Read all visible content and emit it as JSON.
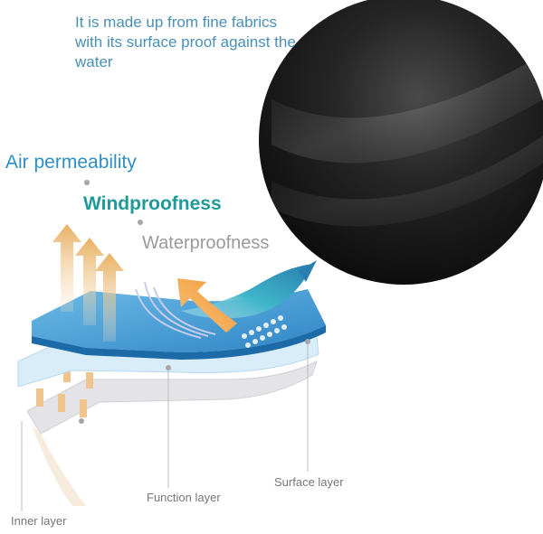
{
  "intro_text": "It is made up from fine fabrics with its surface proof against the water",
  "features": {
    "air": "Air permeability",
    "wind": "Windproofness",
    "water": "Waterproofness"
  },
  "layers": {
    "inner": "Inner layer",
    "function": "Function layer",
    "surface": "Surface layer"
  },
  "colors": {
    "intro": "#4a8fb5",
    "air": "#2e8fc2",
    "wind": "#1e9a9a",
    "water": "#9a9a9a",
    "surface_layer": "#3e98d6",
    "function_layer": "#dceffa",
    "inner_layer": "#e7e7ea",
    "fabric": "#1c1c1c"
  }
}
